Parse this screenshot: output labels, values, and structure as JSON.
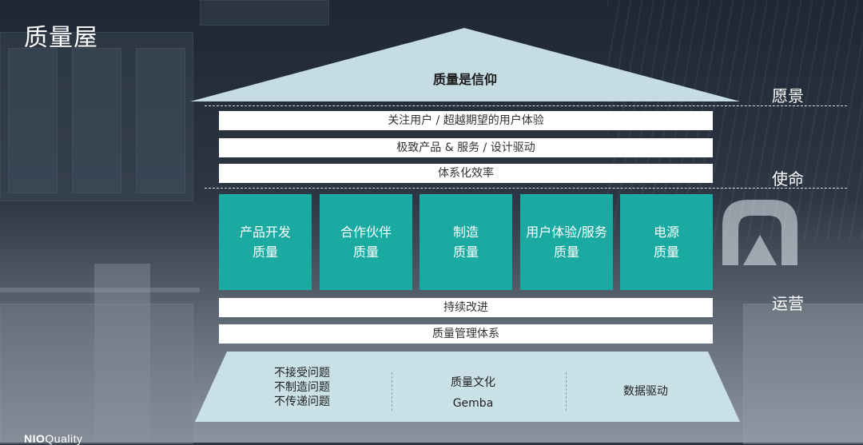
{
  "page": {
    "title": "质量屋"
  },
  "brand": {
    "name": "NIO",
    "suffix": "Quality"
  },
  "roof": {
    "text": "质量是信仰"
  },
  "side_labels": {
    "vision": "愿景",
    "mission": "使命",
    "operations": "运营"
  },
  "mission_bars": [
    "关注用户 / 超越期望的用户体验",
    "极致产品 & 服务 / 设计驱动",
    "体系化效率"
  ],
  "pillars": [
    {
      "line1": "产品开发",
      "line2": "质量"
    },
    {
      "line1": "合作伙伴",
      "line2": "质量"
    },
    {
      "line1": "制造",
      "line2": "质量"
    },
    {
      "line1": "用户体验/服务",
      "line2": "质量"
    },
    {
      "line1": "电源",
      "line2": "质量"
    }
  ],
  "ops_bars": [
    "持续改进",
    "质量管理体系"
  ],
  "foundation": {
    "col1": [
      "不接受问题",
      "不制造问题",
      "不传递问题"
    ],
    "col2": [
      "质量文化",
      "Gemba"
    ],
    "col3": [
      "数据驱动"
    ]
  },
  "colors": {
    "pillar": "#1aaaa2",
    "roof": "#cfe6ec",
    "foundation": "#cfe6ec",
    "bar": "#ffffff"
  }
}
